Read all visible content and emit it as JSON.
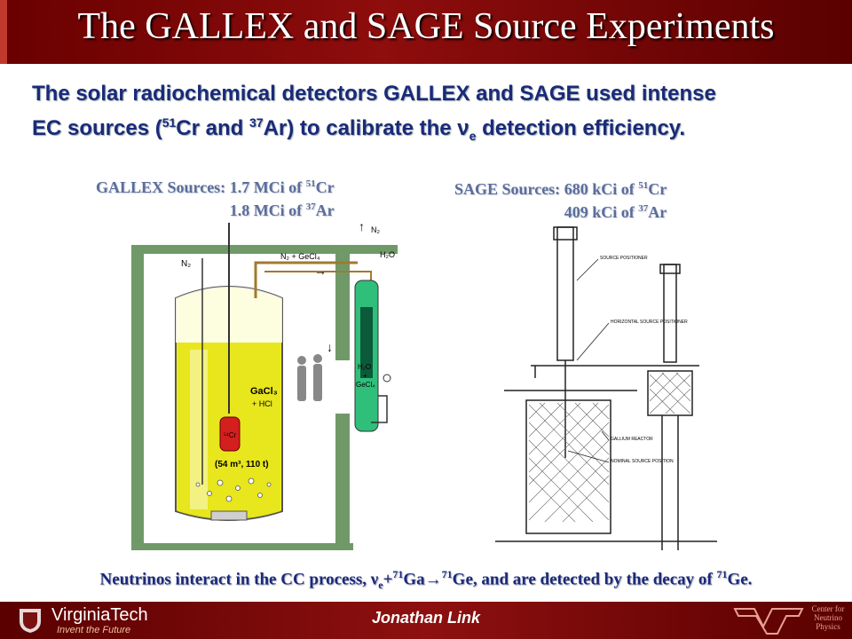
{
  "slide": {
    "title": "The GALLEX and SAGE Source Experiments",
    "intro": {
      "l1": "The solar radiochemical detectors GALLEX and SAGE used intense",
      "l2a": "EC sources (",
      "sup_cr": "51",
      "cr": "Cr and ",
      "sup_ar": "37",
      "ar": "Ar) to calibrate the ν",
      "sub_e": "e",
      "l2b": " detection efficiency."
    },
    "gallex": {
      "label": "GALLEX Sources:",
      "v1": " 1.7 MCi of ",
      "sup1": "51",
      "el1": "Cr",
      "v2": "1.8 MCi of ",
      "sup2": "37",
      "el2": "Ar"
    },
    "sage": {
      "label": "SAGE Sources:",
      "v1": " 680 kCi of ",
      "sup1": "51",
      "el1": "Cr",
      "v2": "409 kCi of ",
      "sup2": "37",
      "el2": "Ar"
    },
    "figure_left": {
      "n2": "N₂",
      "n2b": "N₂",
      "n2_gecl4": "N₂ + GeCl₄",
      "h2o": "H₂O",
      "h2o_gecl4a": "H₂O",
      "h2o_gecl4b": "+",
      "h2o_gecl4c": "GeCl₄",
      "gacl3": "GaCl₃",
      "hcl": "+ HCl",
      "cr51": "⁵¹Cr",
      "volume": "(54 m³, 110 t)"
    },
    "figure_right": {
      "source_positioner": "SOURCE POSITIONER",
      "horizontal": "HORIZONTAL SOURCE POSITIONER",
      "gallium": "GALLIUM REACTOR",
      "nominal": "NOMINAL SOURCE POSITION"
    },
    "bottom": {
      "t1": "Neutrinos interact in the CC process, ν",
      "sub_e": "e",
      "t2": "+",
      "sup71a": "71",
      "t3": "Ga→",
      "sup71b": "71",
      "t4": "Ge, and are detected by the decay of  ",
      "sup71c": "71",
      "t5": "Ge."
    },
    "footer": {
      "vt_name": "VirginiaTech",
      "vt_tagline": "Invent the Future",
      "author": "Jonathan Link",
      "cnp_l1": "Center for",
      "cnp_l2": "Neutrino",
      "cnp_l3": "Physics"
    },
    "colors": {
      "title_bg": "#8e0d0d",
      "text_blue": "#1a2a7a",
      "label_blue": "#5a6e9a",
      "tank_yellow": "#f2ee2a",
      "tank_green": "#6f9a68"
    }
  }
}
